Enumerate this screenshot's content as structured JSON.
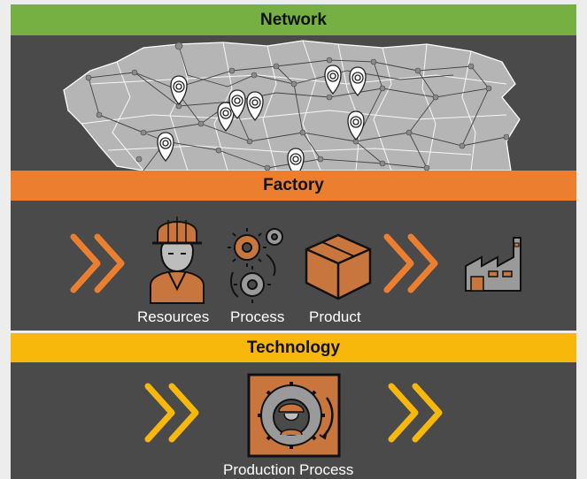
{
  "sections": {
    "network": {
      "title": "Network",
      "color": "#76b043"
    },
    "factory": {
      "title": "Factory",
      "color": "#ec7f2f"
    },
    "technology": {
      "title": "Technology",
      "color": "#f7b70b"
    }
  },
  "factory_labels": {
    "resources": "Resources",
    "process": "Process",
    "product": "Product"
  },
  "technology_labels": {
    "production_process": "Production Process"
  },
  "icons": [
    "map-icon",
    "location-pin-icon",
    "chevron-arrows-icon",
    "worker-icon",
    "gears-icon",
    "box-icon",
    "factory-icon",
    "production-process-icon"
  ]
}
